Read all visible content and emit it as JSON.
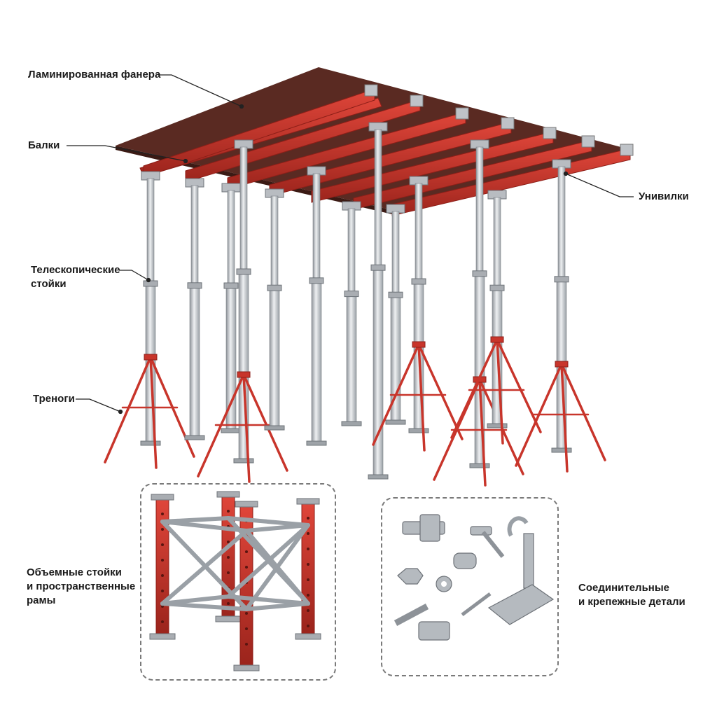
{
  "labels": {
    "plywood": "Ламинированная фанера",
    "beams": "Балки",
    "forkheads": "Унивилки",
    "props": "Телескопические\nстойки",
    "tripods": "Треноги",
    "frames": "Объемные стойки\nи пространственные\nрамы",
    "fasteners": "Соединительные\nи крепежные детали"
  },
  "colors": {
    "beam_red": "#c8352b",
    "beam_dark": "#8e1f18",
    "steel": "#c9ccd0",
    "steel_dark": "#8b9096",
    "plywood": "#5a2a22",
    "leader": "#222222"
  },
  "icons": {
    "formwork": "slab-formwork-illustration",
    "frames": "tower-frame-illustration",
    "fasteners": "fastener-parts-illustration"
  }
}
